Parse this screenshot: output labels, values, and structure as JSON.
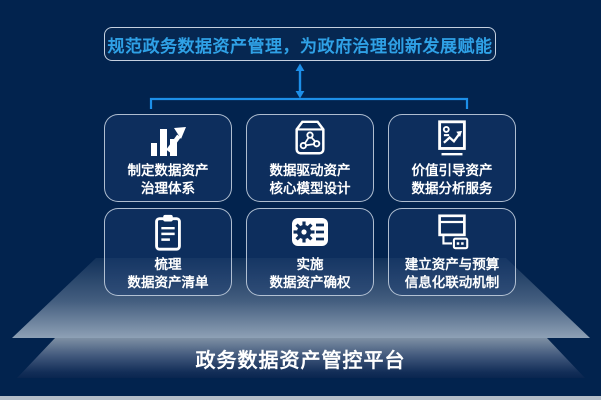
{
  "colors": {
    "background": "#02234e",
    "accent_blue": "#1d8fe8",
    "banner_text": "#2fa1e6",
    "card_border": "#cbd7e4",
    "icon_color": "#ffffff",
    "platform_strip": "#b4bec9"
  },
  "banner": {
    "text": "规范政务数据资产管理，为政府治理创新发展赋能"
  },
  "connector": {
    "arrow_icon": "double-vertical-arrow-icon",
    "bracket_icon": "bracket-line"
  },
  "cards": [
    {
      "icon": "bar-chart-growth-icon",
      "line1": "制定数据资产",
      "line2": "治理体系"
    },
    {
      "icon": "data-model-cube-icon",
      "line1": "数据驱动资产",
      "line2": "核心模型设计"
    },
    {
      "icon": "data-analysis-board-icon",
      "line1": "价值引导资产",
      "line2": "数据分析服务"
    },
    {
      "icon": "checklist-clipboard-icon",
      "line1": "梳理",
      "line2": "数据资产清单"
    },
    {
      "icon": "gear-list-badge-icon",
      "line1": "实施",
      "line2": "数据资产确权"
    },
    {
      "icon": "window-link-icon",
      "line1": "建立资产与预算",
      "line2": "信息化联动机制"
    }
  ],
  "platform": {
    "title": "政务数据资产管控平台"
  }
}
